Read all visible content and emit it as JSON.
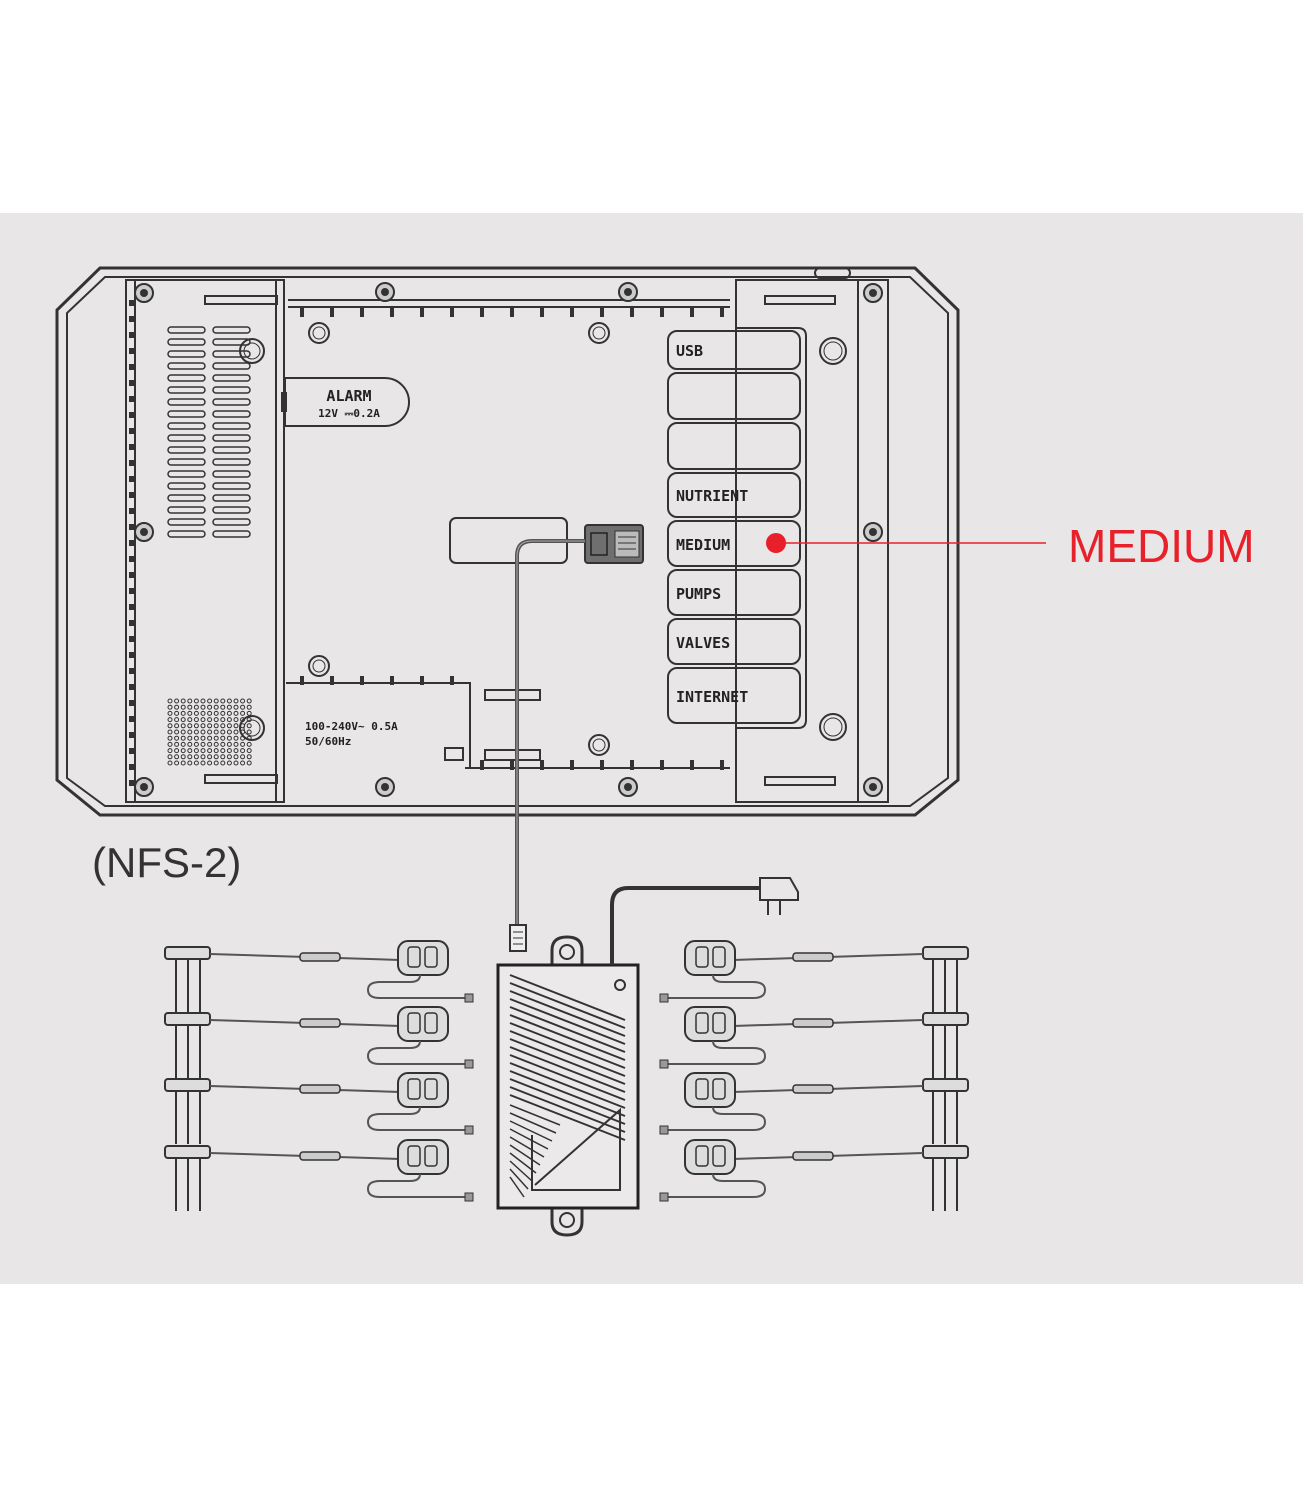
{
  "colors": {
    "accent": "#e8202a",
    "background": "#e8e6e7",
    "stroke": "#333333"
  },
  "controller": {
    "model_label": "(NFS-2)",
    "alarm": {
      "title": "ALARM",
      "rating": "12V ⎓0.2A"
    },
    "power": {
      "line1": "100-240V~  0.5A",
      "line2": "50/60Hz"
    },
    "ports": [
      "USB",
      "",
      "",
      "NUTRIENT",
      "MEDIUM",
      "PUMPS",
      "VALVES",
      "INTERNET"
    ]
  },
  "callout": {
    "label": "MEDIUM"
  }
}
